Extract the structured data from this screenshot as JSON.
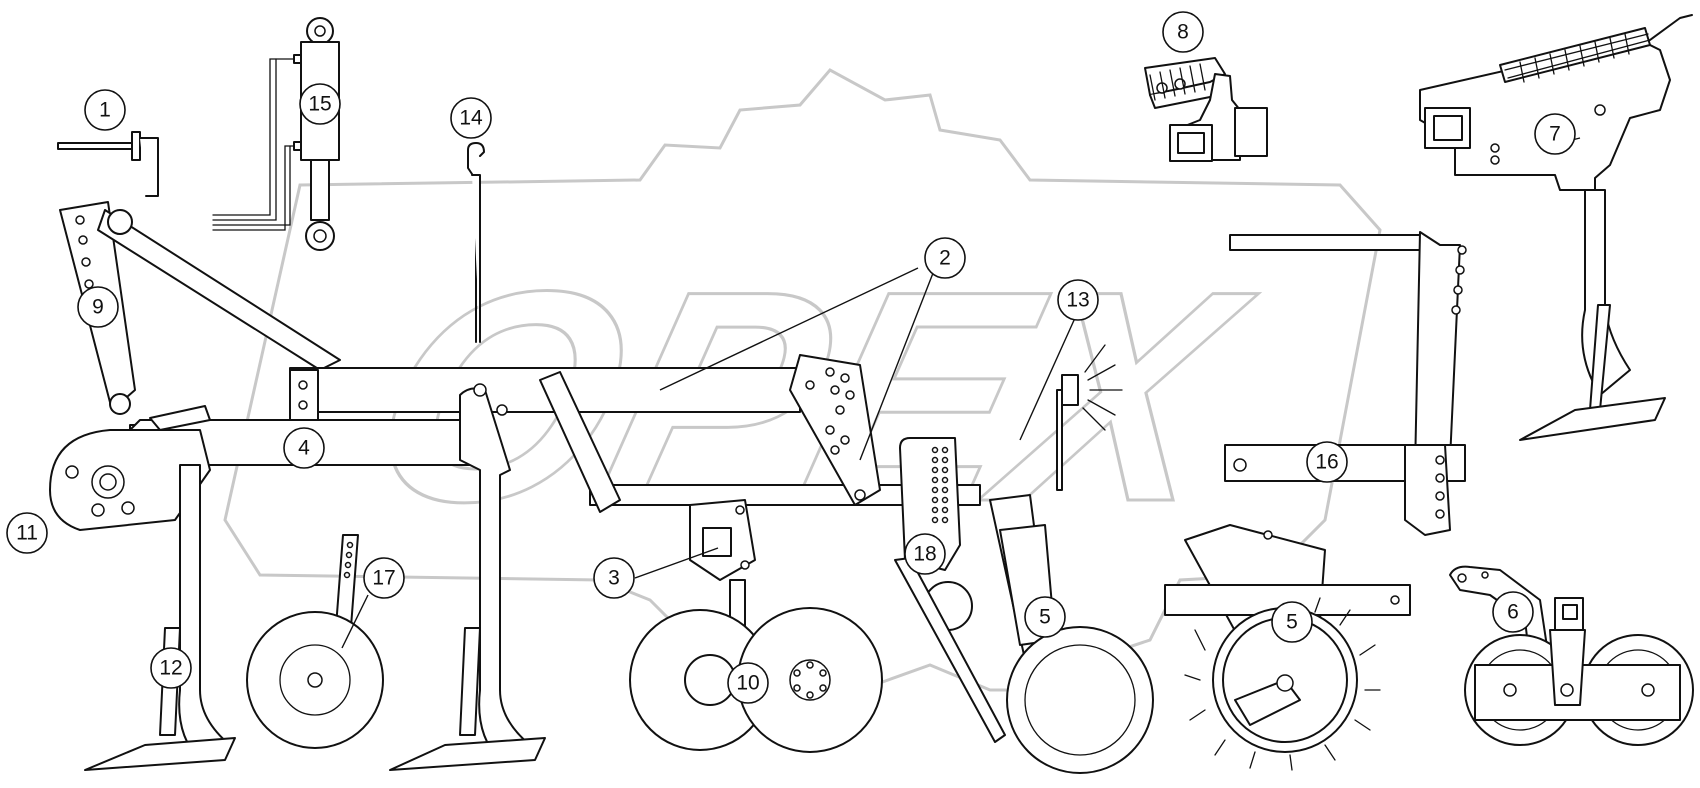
{
  "watermark": {
    "text": "OPEX"
  },
  "callouts": [
    {
      "id": "1",
      "label": "1"
    },
    {
      "id": "2",
      "label": "2"
    },
    {
      "id": "3",
      "label": "3"
    },
    {
      "id": "4",
      "label": "4"
    },
    {
      "id": "5a",
      "label": "5"
    },
    {
      "id": "5b",
      "label": "5"
    },
    {
      "id": "6",
      "label": "6"
    },
    {
      "id": "7",
      "label": "7"
    },
    {
      "id": "8",
      "label": "8"
    },
    {
      "id": "9",
      "label": "9"
    },
    {
      "id": "10",
      "label": "10"
    },
    {
      "id": "11",
      "label": "11"
    },
    {
      "id": "12",
      "label": "12"
    },
    {
      "id": "13",
      "label": "13"
    },
    {
      "id": "14",
      "label": "14"
    },
    {
      "id": "15",
      "label": "15"
    },
    {
      "id": "16",
      "label": "16"
    },
    {
      "id": "17",
      "label": "17"
    },
    {
      "id": "18",
      "label": "18"
    }
  ]
}
